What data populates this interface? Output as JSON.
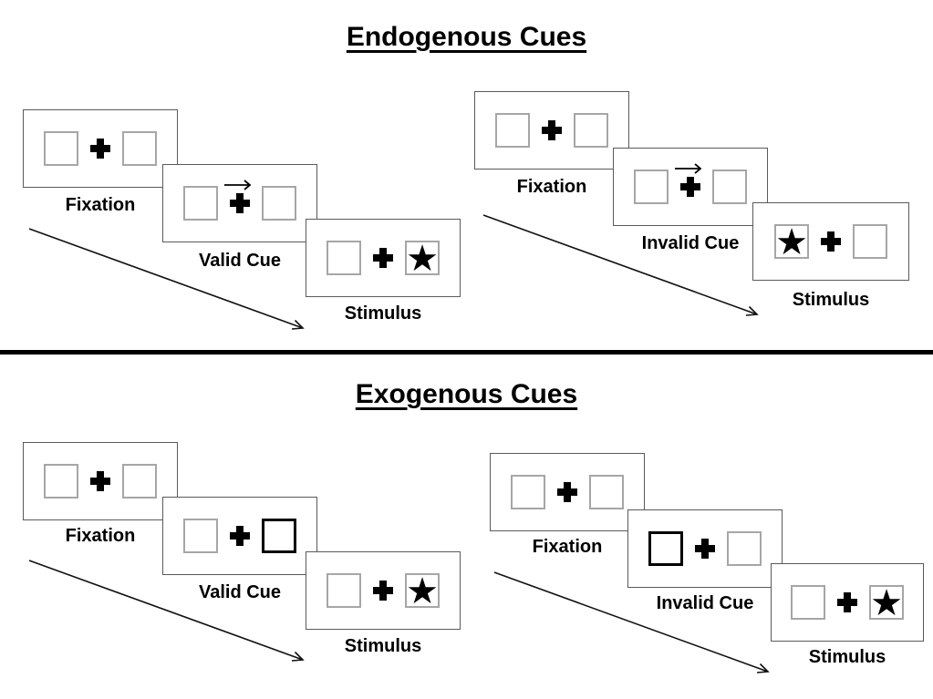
{
  "glyphs": {
    "star": "★"
  },
  "colors": {
    "panel_border": "#5a5a5a",
    "box_border": "#a6a6a6",
    "cue_box_border": "#000000",
    "ink": "#000000",
    "background": "#ffffff"
  },
  "sections": [
    {
      "title": "Endogenous Cues",
      "sequences": [
        {
          "condition": "valid",
          "cue_type": "central arrow pointing right",
          "steps": [
            {
              "label": "Fixation",
              "left_box": "empty",
              "right_box": "empty"
            },
            {
              "label": "Valid Cue",
              "left_box": "empty",
              "right_box": "empty",
              "cue": "arrow-right-above-cross"
            },
            {
              "label": "Stimulus",
              "left_box": "empty",
              "right_box": "star"
            }
          ]
        },
        {
          "condition": "invalid",
          "cue_type": "central arrow pointing right",
          "steps": [
            {
              "label": "Fixation",
              "left_box": "empty",
              "right_box": "empty"
            },
            {
              "label": "Invalid Cue",
              "left_box": "empty",
              "right_box": "empty",
              "cue": "arrow-right-above-cross"
            },
            {
              "label": "Stimulus",
              "left_box": "star",
              "right_box": "empty"
            }
          ]
        }
      ]
    },
    {
      "title": "Exogenous Cues",
      "sequences": [
        {
          "condition": "valid",
          "cue_type": "peripheral bold box",
          "steps": [
            {
              "label": "Fixation",
              "left_box": "empty",
              "right_box": "empty"
            },
            {
              "label": "Valid Cue",
              "left_box": "empty",
              "right_box": "bold"
            },
            {
              "label": "Stimulus",
              "left_box": "empty",
              "right_box": "star"
            }
          ]
        },
        {
          "condition": "invalid",
          "cue_type": "peripheral bold box",
          "steps": [
            {
              "label": "Fixation",
              "left_box": "empty",
              "right_box": "empty"
            },
            {
              "label": "Invalid Cue",
              "left_box": "bold",
              "right_box": "empty"
            },
            {
              "label": "Stimulus",
              "left_box": "empty",
              "right_box": "star"
            }
          ]
        }
      ]
    }
  ]
}
